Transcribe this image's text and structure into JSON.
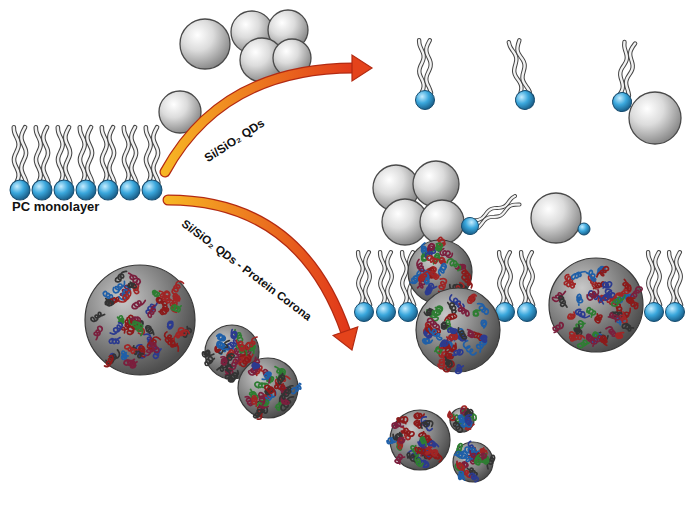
{
  "diagram": {
    "labels": [
      "PC monolayer",
      "Si/SiO₂ QDs",
      "Si/SiO₂ QDs - Protein Corona"
    ]
  }
}
